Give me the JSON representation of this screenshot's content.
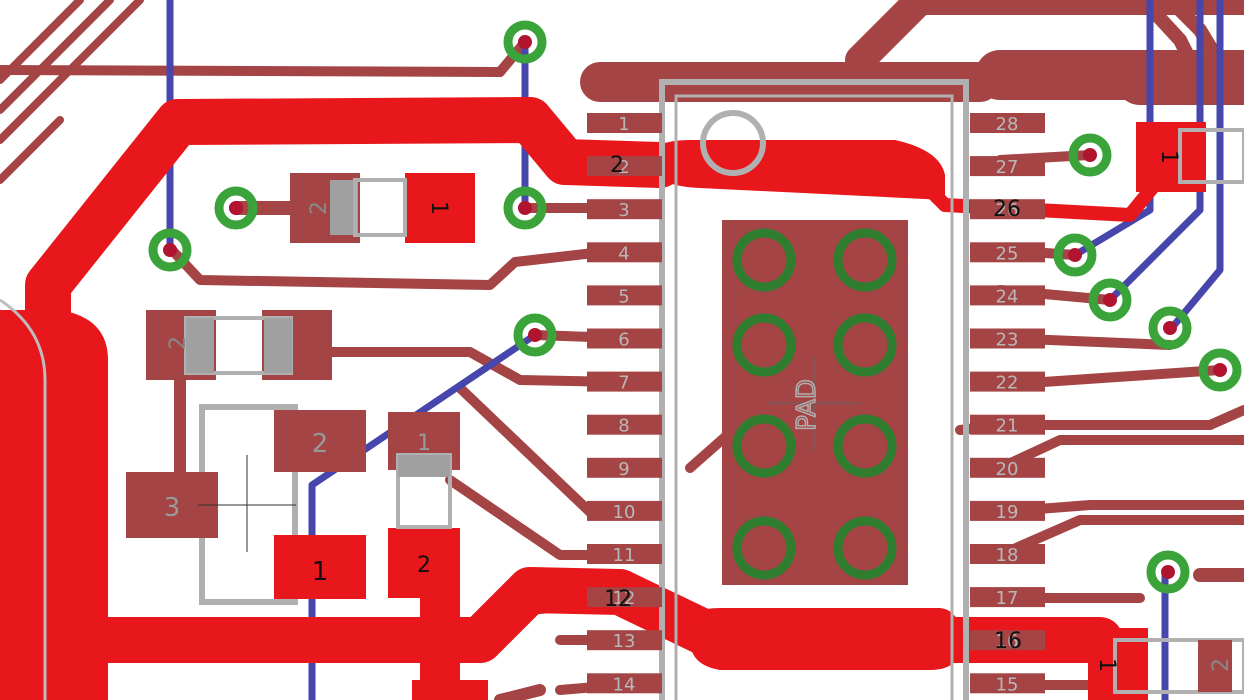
{
  "colors": {
    "background": "#ffffff",
    "top_copper": "#e8171b",
    "bottom_copper_trace": "#a44444",
    "bottom_trace_blue": "#4646ac",
    "via_ring": "#3aa33a",
    "via_hole": "#b0142e",
    "overlap": "#7a1538",
    "silkscreen": "#a8a8a8",
    "label_text": "#111111"
  },
  "chip": {
    "left_pins": [
      "1",
      "2",
      "3",
      "4",
      "5",
      "6",
      "7",
      "8",
      "9",
      "10",
      "11",
      "12",
      "13",
      "14"
    ],
    "right_pins": [
      "28",
      "27",
      "26",
      "25",
      "24",
      "23",
      "22",
      "21",
      "20",
      "19",
      "18",
      "17",
      "16",
      "15"
    ],
    "pad_label": "PAD"
  },
  "labels": {
    "net_2": "2",
    "net_26": "26",
    "net_12": "12",
    "net_16": "16",
    "r_top_1": "1",
    "r_top_2": "2",
    "c_mid_2": "2",
    "q_2": "2",
    "q_3": "3",
    "q_1": "1",
    "d_1": "1",
    "d_2": "2",
    "r_right_1": "1",
    "r_bottom_1": "1",
    "r_bottom_2": "2"
  }
}
